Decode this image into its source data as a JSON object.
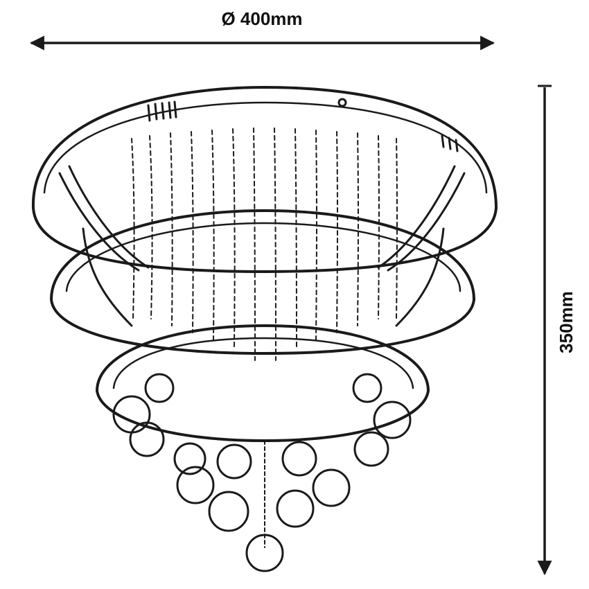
{
  "dimensions": {
    "diameter": {
      "symbol": "Ø",
      "value": "400mm"
    },
    "height": {
      "value": "350mm"
    }
  },
  "colors": {
    "ink": "#1a1a1a",
    "background": "#ffffff"
  }
}
